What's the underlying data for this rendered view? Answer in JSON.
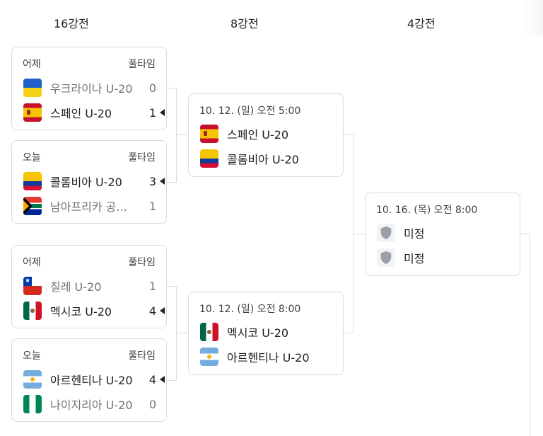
{
  "rounds": {
    "r16": "16강전",
    "qf": "8강전",
    "sf": "4강전"
  },
  "r16_matches": [
    {
      "day": "어제",
      "status": "풀타임",
      "teams": [
        {
          "name": "우크라이나 U-20",
          "score": "0",
          "flag": "ukraine-flag"
        },
        {
          "name": "스페인 U-20",
          "score": "1",
          "flag": "spain-flag",
          "winner": true
        }
      ]
    },
    {
      "day": "오늘",
      "status": "풀타임",
      "teams": [
        {
          "name": "콜롬비아 U-20",
          "score": "3",
          "flag": "colombia-flag",
          "winner": true
        },
        {
          "name": "남아프리카 공...",
          "score": "1",
          "flag": "south-africa-flag"
        }
      ]
    },
    {
      "day": "어제",
      "status": "풀타임",
      "teams": [
        {
          "name": "칠레 U-20",
          "score": "1",
          "flag": "chile-flag"
        },
        {
          "name": "멕시코 U-20",
          "score": "4",
          "flag": "mexico-flag",
          "winner": true
        }
      ]
    },
    {
      "day": "오늘",
      "status": "풀타임",
      "teams": [
        {
          "name": "아르헨티나 U-20",
          "score": "4",
          "flag": "argentina-flag",
          "winner": true
        },
        {
          "name": "나이지리아 U-20",
          "score": "0",
          "flag": "nigeria-flag"
        }
      ]
    }
  ],
  "qf_matches": [
    {
      "datetime": "10. 12. (일) 오전 5:00",
      "teams": [
        {
          "name": "스페인 U-20",
          "flag": "spain-flag"
        },
        {
          "name": "콜롬비아 U-20",
          "flag": "colombia-flag"
        }
      ]
    },
    {
      "datetime": "10. 12. (일) 오전 8:00",
      "teams": [
        {
          "name": "멕시코 U-20",
          "flag": "mexico-flag"
        },
        {
          "name": "아르헨티나 U-20",
          "flag": "argentina-flag"
        }
      ]
    }
  ],
  "sf_matches": [
    {
      "datetime": "10. 16. (목) 오전 8:00",
      "teams": [
        {
          "name": "미정",
          "flag": "tbd-shield-icon"
        },
        {
          "name": "미정",
          "flag": "tbd-shield-icon"
        }
      ]
    }
  ]
}
